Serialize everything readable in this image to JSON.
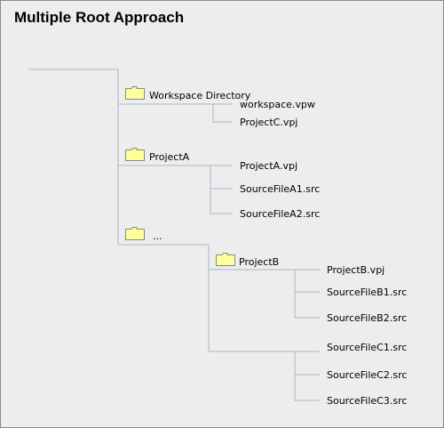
{
  "diagram": {
    "title": "Multiple Root Approach",
    "nodes": {
      "workspace_directory": "Workspace Directory",
      "workspace_vpw": "workspace.vpw",
      "projectc_vpj": "ProjectC.vpj",
      "projecta": "ProjectA",
      "projecta_vpj": "ProjectA.vpj",
      "sourcefilea1": "SourceFileA1.src",
      "sourcefilea2": "SourceFileA2.src",
      "ellipsis": "...",
      "projectb": "ProjectB",
      "projectb_vpj": "ProjectB.vpj",
      "sourcefileb1": "SourceFileB1.src",
      "sourcefileb2": "SourceFileB2.src",
      "sourcefilec1": "SourceFileC1.src",
      "sourcefilec2": "SourceFileC2.src",
      "sourcefilec3": "SourceFileC3.src"
    },
    "colors": {
      "background": "#ededed",
      "line": "#a8b8cc",
      "folder_fill": "#ffff99",
      "folder_stroke": "#888888"
    }
  }
}
